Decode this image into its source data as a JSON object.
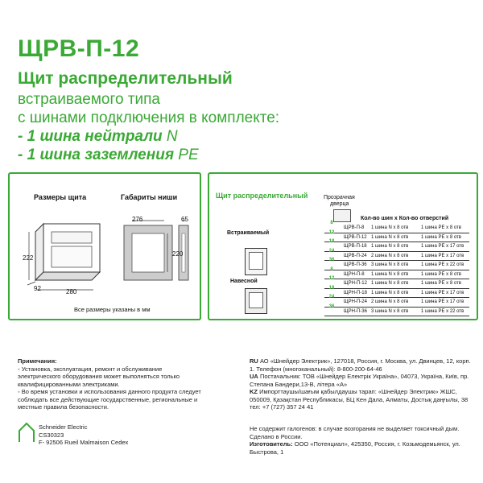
{
  "title": "ЩРВ-П-12",
  "heading": "Щит распределительный",
  "sub_lines": [
    "встраиваемого типа",
    "с шинами подключения в комплекте:"
  ],
  "bullets": [
    {
      "dash": "- ",
      "bold": "1 шина нейтрали",
      "tail": " N"
    },
    {
      "dash": "- ",
      "bold": "1 шина заземления",
      "tail": " PE"
    }
  ],
  "left_panel": {
    "size_label": "Размеры щита",
    "niche_label": "Габариты ниши",
    "dims": {
      "w_panel": "280",
      "h_panel": "222",
      "d_panel": "92",
      "w_niche": "276",
      "h_niche": "220",
      "d_niche": "65"
    },
    "note": "Все размеры указаны в мм"
  },
  "right_panel": {
    "heading": "Щит распределительный",
    "door_label_1": "Прозрачная",
    "door_label_2": "дверца",
    "col_header": "Кол-во шин х Кол-во отверстий",
    "type_embedded": "Встраиваемый",
    "type_surface": "Навесной",
    "rows": [
      {
        "n": "8",
        "model": "ЩРВ-П-8",
        "n_bus": "1 шина N x 8 отв",
        "pe_bus": "1 шина PE x 8 отв"
      },
      {
        "n": "12",
        "model": "ЩРВ-П-12",
        "n_bus": "1 шина N x 8 отв",
        "pe_bus": "1 шина PE x 8 отв"
      },
      {
        "n": "18",
        "model": "ЩРВ-П-18",
        "n_bus": "1 шина N x 8 отв",
        "pe_bus": "1 шина PE x 17 отв"
      },
      {
        "n": "24",
        "model": "ЩРВ-П-24",
        "n_bus": "2 шина N x 8 отв",
        "pe_bus": "1 шина PE x 17 отв"
      },
      {
        "n": "36",
        "model": "ЩРВ-П-36",
        "n_bus": "3 шина N x 8 отв",
        "pe_bus": "1 шина PE x 22 отв"
      },
      {
        "n": "8",
        "model": "ЩРН-П-8",
        "n_bus": "1 шина N x 8 отв",
        "pe_bus": "1 шина PE x 8 отв"
      },
      {
        "n": "12",
        "model": "ЩРН-П-12",
        "n_bus": "1 шина N x 8 отв",
        "pe_bus": "1 шина PE x 8 отв"
      },
      {
        "n": "18",
        "model": "ЩРН-П-18",
        "n_bus": "1 шина N x 8 отв",
        "pe_bus": "1 шина PE x 17 отв"
      },
      {
        "n": "24",
        "model": "ЩРН-П-24",
        "n_bus": "2 шина N x 8 отв",
        "pe_bus": "1 шина PE x 17 отв"
      },
      {
        "n": "36",
        "model": "ЩРН-П-36",
        "n_bus": "3 шина N x 8 отв",
        "pe_bus": "1 шина PE x 22 отв"
      }
    ]
  },
  "notes": {
    "title": "Примечания:",
    "lines": [
      "Установка, эксплуатация, ремонт и обслуживание",
      "электрического оборудования может выполняться только",
      "квалифицированными электриками.",
      "Во время установки и использования данного продукта следует",
      "соблюдать все действующие государственные, региональные и",
      "местные правила безопасности."
    ]
  },
  "company": {
    "name": "Schneider Electric",
    "code": "CS30323",
    "address": "F- 92506 Rueil Malmaison Cedex"
  },
  "contacts": [
    {
      "cc": "RU",
      "text": "АО «Шнейдер Электрик», 127018, Россия, г. Москва, ул. Двинцев, 12, корп. 1. Телефон (многоканальный): 8-800-200-64-46"
    },
    {
      "cc": "UA",
      "text": "Постачальник: ТОВ «Шнейдер Електрік Україна», 04073, Україна, Київ, пр. Степана Бандери,13-В, літера «А»"
    },
    {
      "cc": "KZ",
      "text": "Импорттаушы/шағым қабылдаушы тарап: «Шнейдер Электрик» ЖШС, 050009, Қазақстан Республикасы, БЦ Кен Дала, Алматы, Достық даңғылы, 38 тел: +7 (727) 357 24 41"
    }
  ],
  "halogen": "Не содержит галогенов: в случае возгорания не выделяет токсичный дым.",
  "made_in": "Сделано в России.",
  "manufacturer_label": "Изготовитель:",
  "manufacturer": "ООО «Потенциал», 425350, Россия, г. Козьмодемьянск, ул. Быстрова, 1"
}
